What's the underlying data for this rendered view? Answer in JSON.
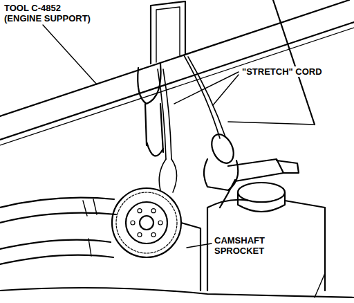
{
  "diagram": {
    "labels": [
      "TOOL C-4852 (ENGINE SUPPORT)",
      "\"STRETCH\" CORD",
      "CAMSHAFT SPROCKET"
    ]
  }
}
